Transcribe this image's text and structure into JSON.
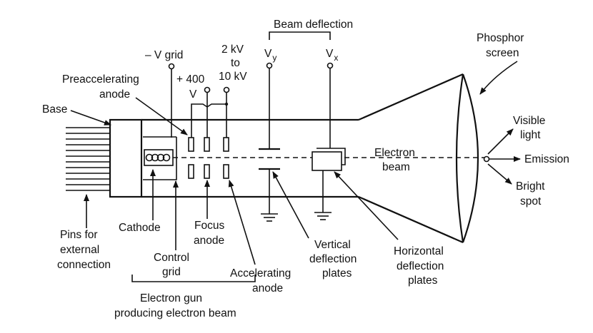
{
  "labels": {
    "beam_deflection": "Beam deflection",
    "phosphor": "Phosphor",
    "screen": "screen",
    "v_grid": "– V grid",
    "kv_2": "2 kV",
    "to": "to",
    "kv_10": "10 kV",
    "vy": "V",
    "vy_sub": "y",
    "vx": "V",
    "vx_sub": "x",
    "preaccel_1": "Preaccelerating",
    "preaccel_2": "anode",
    "plus_400": "+ 400",
    "v_unit": "V",
    "base": "Base",
    "visible": "Visible",
    "light": "light",
    "electron": "Electron",
    "beam": "beam",
    "emission": "Emission",
    "bright": "Bright",
    "spot": "spot",
    "cathode": "Cathode",
    "focus": "Focus",
    "focus_anode": "anode",
    "pins_1": "Pins for",
    "pins_2": "external",
    "pins_3": "connection",
    "control": "Control",
    "grid": "grid",
    "vertical": "Vertical",
    "vert_defl": "deflection",
    "vert_plates": "plates",
    "horizontal": "Horizontal",
    "horiz_defl": "deflection",
    "horiz_plates": "plates",
    "accelerating": "Accelerating",
    "accel_anode": "anode",
    "gun_1": "Electron gun",
    "gun_2": "producing electron beam"
  }
}
